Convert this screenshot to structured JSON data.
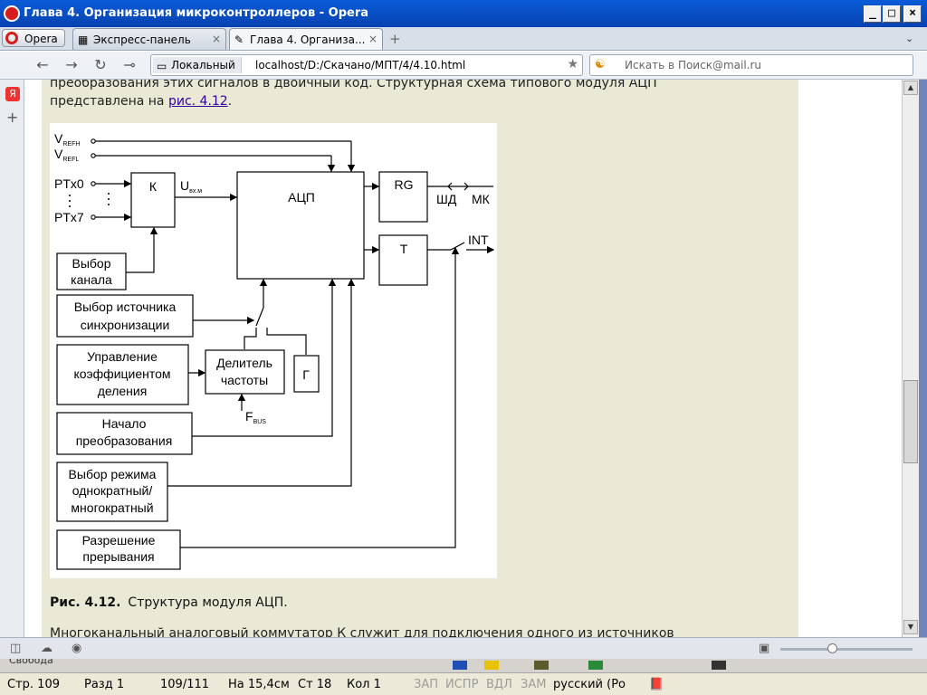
{
  "window": {
    "title": "Глава 4. Организация микроконтроллеров - Opera",
    "minimize": "_",
    "maximize": "□",
    "close": "×"
  },
  "tabs": {
    "menu_label": "Opera",
    "items": [
      {
        "label": "Экспресс-панель",
        "icon": "grid-icon"
      },
      {
        "label": "Глава 4. Организа...",
        "icon": "page-icon"
      }
    ],
    "close_glyph": "×",
    "new_tab": "+"
  },
  "address": {
    "back": "←",
    "forward": "→",
    "reload": "↻",
    "key": "⊸",
    "badge": "Локальный",
    "url": "localhost/D:/Скачано/МПТ/4/4.10.html",
    "star": "★",
    "search_placeholder": "Искать в Поиск@mail.ru",
    "search_icon": "☯"
  },
  "sidepanel": {
    "yandex": "Я",
    "add": "+"
  },
  "content": {
    "para_top_line1": "преобразования этих сигналов в двоичный код. Структурная схема типового модуля АЦП",
    "para_top_line2_pre": "представлена на ",
    "para_top_link": "рис. 4.12",
    "para_top_line2_post": ".",
    "caption_num": "Рис. 4.12.",
    "caption_text": "Структура модуля АЦП.",
    "para_bottom": "Многоканальный аналоговый коммутатор К служит для подключения одного из источников"
  },
  "diagram": {
    "vrefh": "V",
    "vrefh_sub": "REFH",
    "vrefl": "V",
    "vrefl_sub": "REFL",
    "ptx0": "PTx0",
    "ptx7": "PTx7",
    "k": "К",
    "uin": "U",
    "uin_sub": "вх.м",
    "adc": "АЦП",
    "rg": "RG",
    "shd": "ШД",
    "mk": "МК",
    "t": "T",
    "int": "INT",
    "channel_sel_1": "Выбор",
    "channel_sel_2": "канала",
    "sync_sel_1": "Выбор источника",
    "sync_sel_2": "синхронизации",
    "coef_1": "Управление",
    "coef_2": "коэффициентом",
    "coef_3": "деления",
    "divider_1": "Делитель",
    "divider_2": "частоты",
    "gen": "Г",
    "fbus": "F",
    "fbus_sub": "BUS",
    "start_1": "Начало",
    "start_2": "преобразования",
    "mode_1": "Выбор режима",
    "mode_2": "однократный/",
    "mode_3": "многократный",
    "irq_1": "Разрешение",
    "irq_2": "прерывания"
  },
  "scroll": {
    "up": "▲",
    "down": "▼"
  },
  "host": {
    "ghost_text": "Свобода"
  },
  "status": {
    "page": "Стр. 109",
    "section": "Разд 1",
    "pages": "109/111",
    "at": "На 15,4см",
    "line": "Ст 18",
    "col": "Кол 1",
    "rec": "ЗАП",
    "trk": "ИСПР",
    "ext": "ВДЛ",
    "ovr": "ЗАМ",
    "lang": "русский (Ро"
  }
}
